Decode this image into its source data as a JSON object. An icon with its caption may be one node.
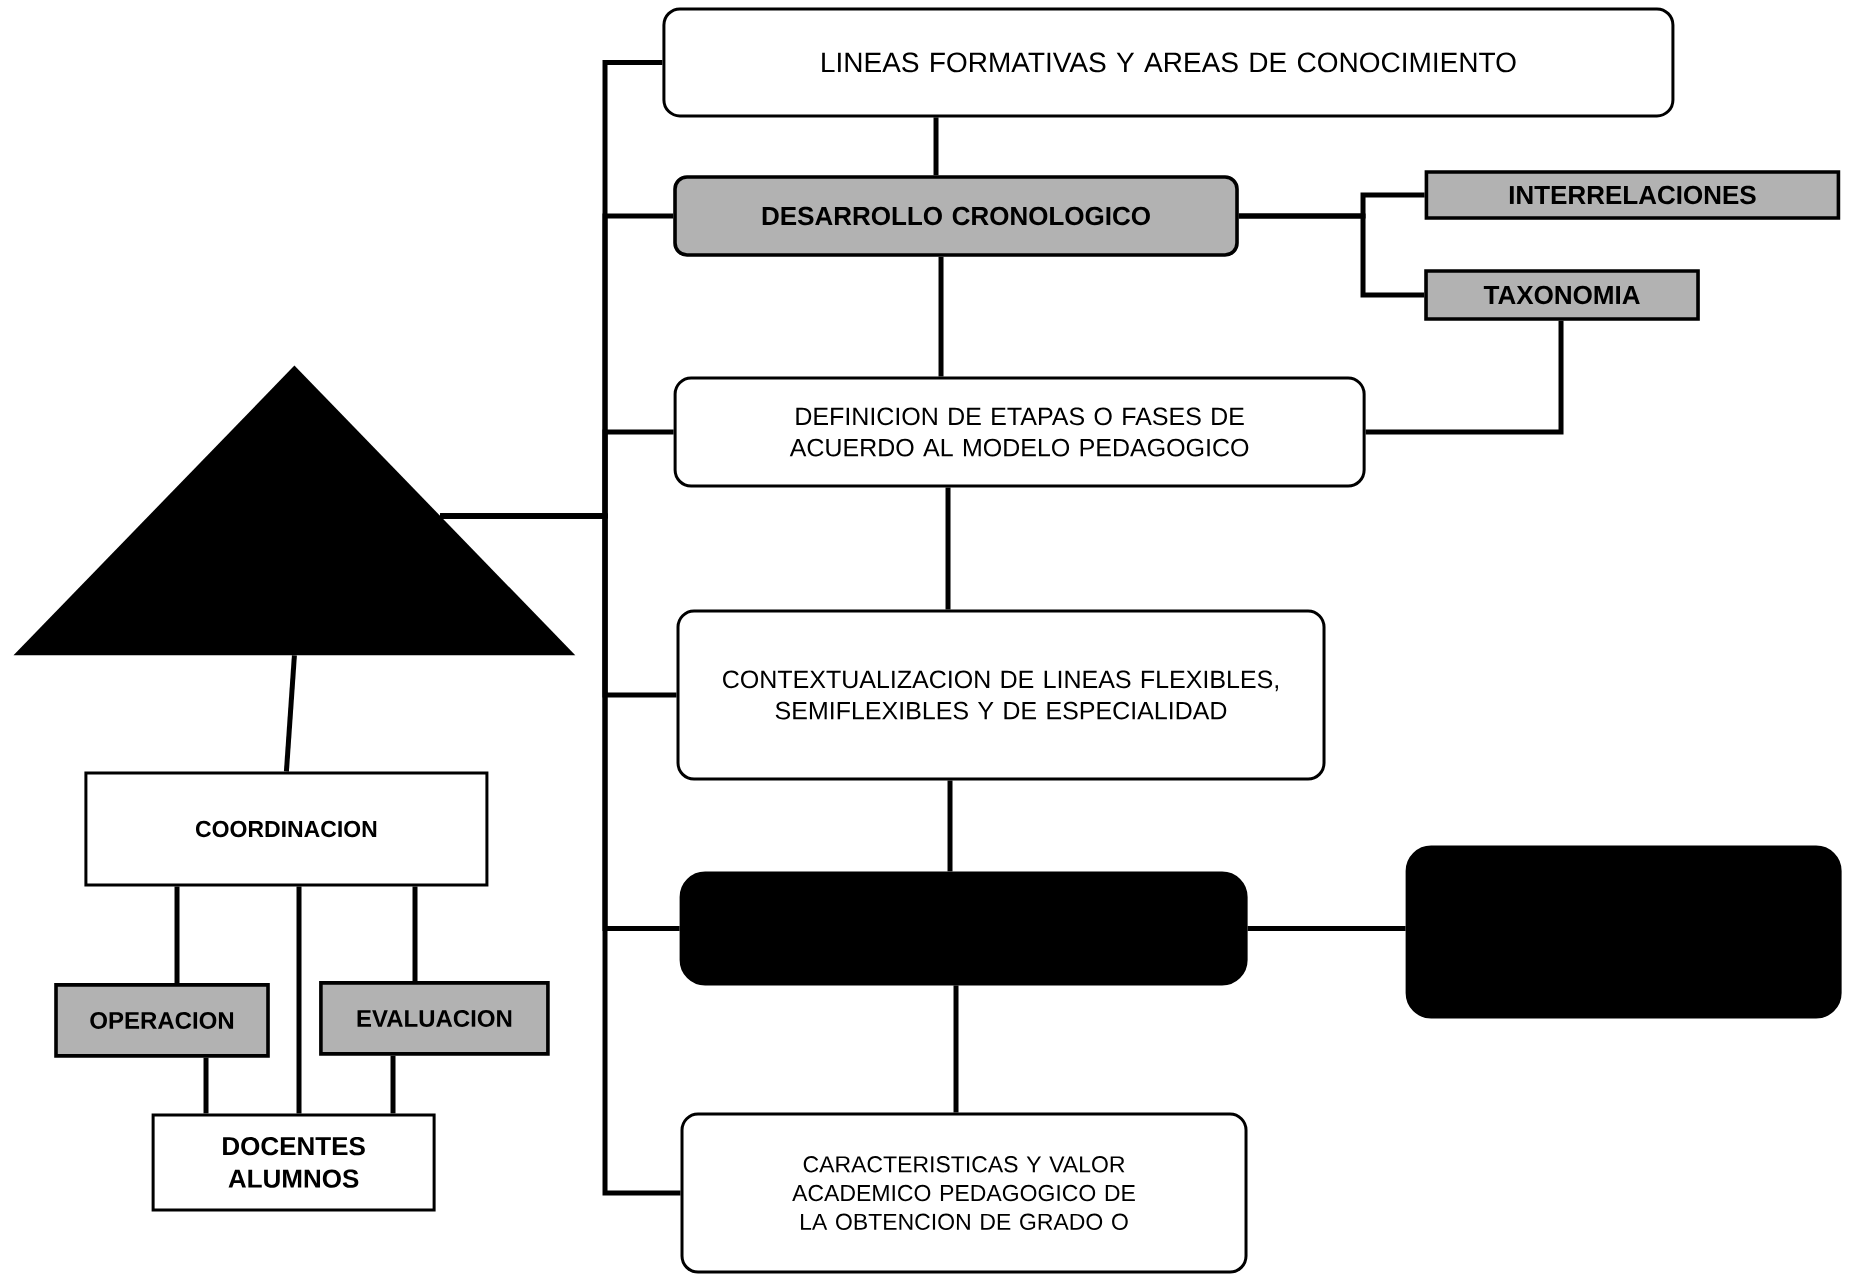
{
  "diagram": {
    "nodes": [
      {
        "text": [
          "LINEAS FORMATIVAS Y AREAS DE CONOCIMIENTO"
        ]
      },
      {
        "text": [
          "DESARROLLO CRONOLOGICO"
        ]
      },
      {
        "text": [
          "INTERRELACIONES"
        ]
      },
      {
        "text": [
          "TAXONOMIA"
        ]
      },
      {
        "text": [
          "DEFINICION DE ETAPAS O FASES DE ACUERDO AL MODELO PEDAGOGICO"
        ]
      },
      {
        "text": [
          "CONTEXTUALIZACION DE LINEAS FLEXIBLES, SEMIFLEXIBLES Y DE ESPECIALIDAD"
        ]
      },
      {
        "text": [],
        "shape": "box"
      },
      {
        "text": [],
        "shape": "box"
      },
      {
        "text": [
          "CARACTERISTICAS Y VALOR ACADEMICO PEDAGOGICO DE LA OBTENCION DE GRADO O"
        ]
      },
      {
        "text": [],
        "shape": "triangle"
      },
      {
        "text": [
          "COORDINACION"
        ]
      },
      {
        "text": [
          "OPERACION"
        ]
      },
      {
        "text": [
          "EVALUACION"
        ]
      },
      {
        "text": [
          "DOCENTES ALUMNOS"
        ]
      }
    ],
    "edges": [
      {
        "from": 9,
        "to": 0,
        "arrow": "none"
      },
      {
        "from": 9,
        "to": 1,
        "arrow": "none"
      },
      {
        "from": 9,
        "to": 4,
        "arrow": "none"
      },
      {
        "from": 9,
        "to": 5,
        "arrow": "none"
      },
      {
        "from": 9,
        "to": 6,
        "arrow": "none"
      },
      {
        "from": 9,
        "to": 8,
        "arrow": "none"
      },
      {
        "from": 0,
        "to": 1,
        "arrow": "none"
      },
      {
        "from": 1,
        "to": 4,
        "arrow": "none"
      },
      {
        "from": 4,
        "to": 5,
        "arrow": "none"
      },
      {
        "from": 5,
        "to": 6,
        "arrow": "none"
      },
      {
        "from": 6,
        "to": 8,
        "arrow": "none"
      },
      {
        "from": 1,
        "to": 2,
        "arrow": "none"
      },
      {
        "from": 1,
        "to": 3,
        "arrow": "none"
      },
      {
        "from": 4,
        "to": 3,
        "arrow": "none"
      },
      {
        "from": 6,
        "to": 7,
        "arrow": "none"
      },
      {
        "from": 9,
        "to": 10,
        "arrow": "none"
      },
      {
        "from": 10,
        "to": 11,
        "arrow": "none"
      },
      {
        "from": 10,
        "to": 13,
        "arrow": "none"
      },
      {
        "from": 10,
        "to": 12,
        "arrow": "none"
      },
      {
        "from": 11,
        "to": 13,
        "arrow": "none"
      },
      {
        "from": 12,
        "to": 13,
        "arrow": "none"
      }
    ]
  }
}
